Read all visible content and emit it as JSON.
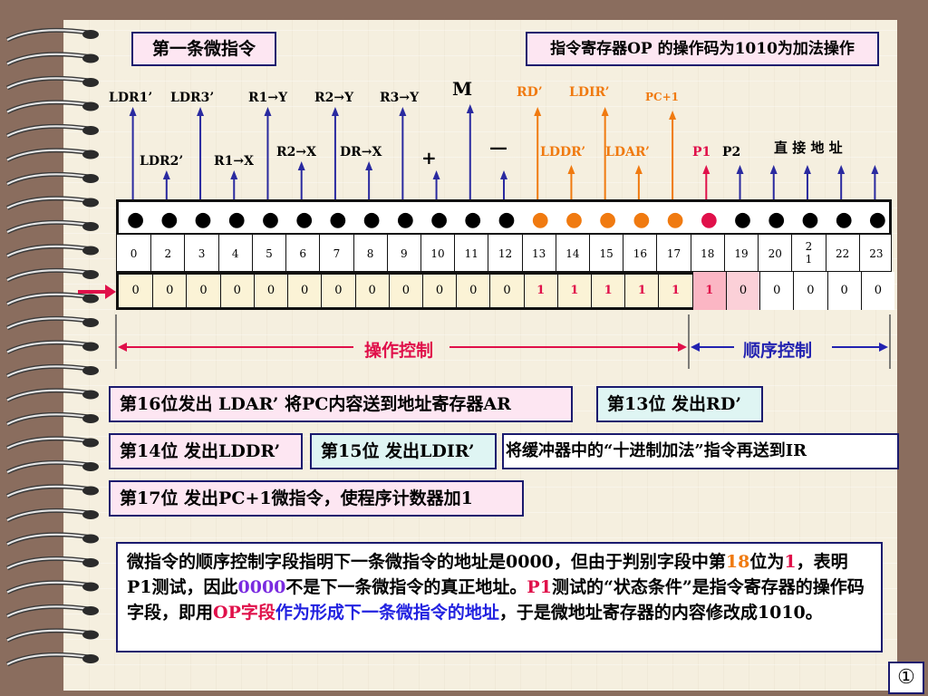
{
  "titles": {
    "first_microinstruction": "第一条微指令",
    "op_note": "指令寄存器OP 的操作码为1010为加法操作"
  },
  "top_labels": {
    "ldr1": "LDR1’",
    "ldr3": "LDR3’",
    "r1y": "R1→Y",
    "r2y": "R2→Y",
    "r3y": "R3→Y",
    "m": "M",
    "rd": "RD’",
    "ldir": "LDIR’",
    "pc1": "PC+1",
    "ldr2": "LDR2’",
    "r1x": "R1→X",
    "r2x": "R2→X",
    "drx": "DR→X",
    "plus": "+",
    "minus": "—",
    "lddr": "LDDR’",
    "ldar": "LDAR’",
    "p1": "P1",
    "p2": "P2",
    "direct_address": "直 接 地 址"
  },
  "bit_numbers": [
    "0",
    "2",
    "3",
    "4",
    "5",
    "6",
    "7",
    "8",
    "9",
    "10",
    "11",
    "12",
    "13",
    "14",
    "15",
    "16",
    "17",
    "18",
    "19",
    "20",
    "2\n1",
    "22",
    "23"
  ],
  "bit_values": [
    "0",
    "0",
    "0",
    "0",
    "0",
    "0",
    "0",
    "0",
    "0",
    "0",
    "0",
    "0",
    "1",
    "1",
    "1",
    "1",
    "1",
    "1",
    "0",
    "0",
    "0",
    "0",
    "0"
  ],
  "sections": {
    "operation_control": "操作控制",
    "sequence_control": "顺序控制"
  },
  "notes": {
    "bit16": "第16位发出 LDAR’ 将PC内容送到地址寄存器AR",
    "bit13": "第13位 发出RD’",
    "bit14": "第14位 发出LDDR’",
    "bit15": "第15位 发出LDIR’",
    "buffer": "将缓冲器中的“十进制加法”指令再送到IR",
    "bit17": "第17位 发出PC+1微指令，使程序计数器加1"
  },
  "paragraph": {
    "p1": "微指令的顺序控制字段指明下一条微指令的地址是0000，但由于判别字段中第",
    "p2": "18",
    "p3": "位为",
    "p4": "1",
    "p5": "，表明P1测试，因此",
    "p6": "0000",
    "p7": "不是下一条微指令的真正地址。",
    "p8": "P1",
    "p9": "测试的“状态条件”是指令寄存器的操作码字段，即用",
    "p10": "OP字段",
    "p11": "作为形成下一条微指令的地址",
    "p12": "，于是微地址寄存器的内容修改成1010。"
  },
  "page_number": "①",
  "colors": {
    "paper": "#f5efdf",
    "border": "#1a1a6e",
    "arrow_blue": "#2a2aa0",
    "orange": "#f07a10",
    "red": "#e0104a",
    "cell_bg": "#fbf3d6",
    "op_arrow": "#e0104a",
    "seq_arrow": "#2222b0"
  }
}
